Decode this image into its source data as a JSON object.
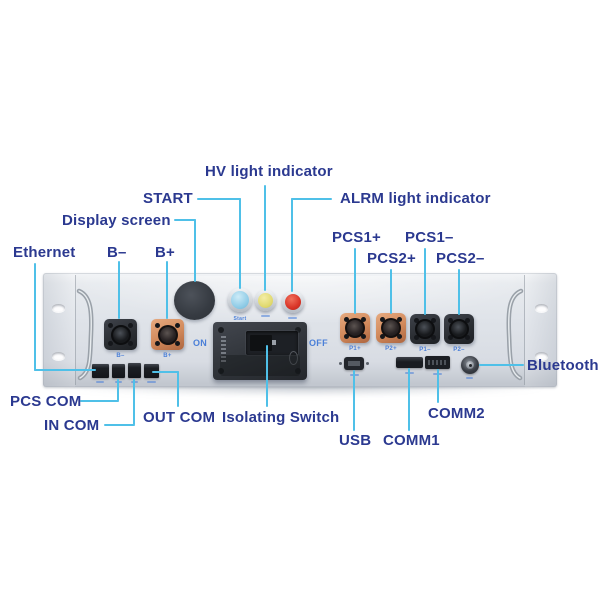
{
  "callouts": {
    "ethernet": "Ethernet",
    "b_minus": "B–",
    "b_plus": "B+",
    "display_screen": "Display screen",
    "start": "START",
    "hv": "HV light indicator",
    "alrm": "ALRM light indicator",
    "pcs1_plus": "PCS1+",
    "pcs2_plus": "PCS2+",
    "pcs1_minus": "PCS1–",
    "pcs2_minus": "PCS2–",
    "pcs_com": "PCS COM",
    "in_com": "IN COM",
    "out_com": "OUT COM",
    "isolating_switch": "Isolating Switch",
    "usb": "USB",
    "comm1": "COMM1",
    "comm2": "COMM2",
    "bluetooth": "Bluetooth"
  },
  "panel_markings": {
    "on": "ON",
    "off": "OFF",
    "start_button": "Start",
    "b_minus_port": "B–",
    "b_plus_port": "B+",
    "p1_plus_port": "P1+",
    "p2_plus_port": "P2+",
    "p1_minus_port": "P1–",
    "p2_minus_port": "P2–"
  },
  "colors": {
    "label_text": "#2b3990",
    "leader_line": "#4fc0e8",
    "panel_micro_text": "#4a7fd8",
    "panel_body": "#dfe3e9",
    "terminal_orange": "#d28a5c",
    "terminal_black": "#2b2e33",
    "button_blue": "#8ecbe6",
    "button_yellow": "#e0d96e",
    "button_red": "#d93427"
  }
}
